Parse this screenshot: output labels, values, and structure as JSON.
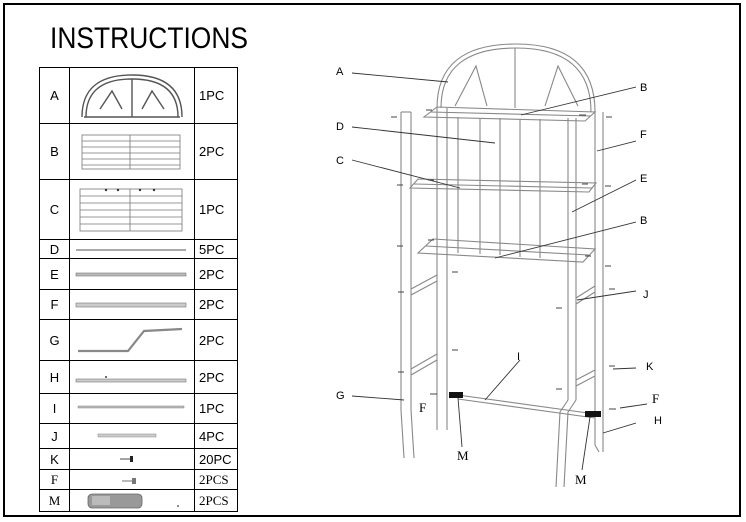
{
  "title": "INSTRUCTIONS",
  "parts": [
    {
      "letter": "A",
      "qty": "1PC"
    },
    {
      "letter": "B",
      "qty": "2PC"
    },
    {
      "letter": "C",
      "qty": "1PC"
    },
    {
      "letter": "D",
      "qty": "5PC"
    },
    {
      "letter": "E",
      "qty": "2PC"
    },
    {
      "letter": "F",
      "qty": "2PC"
    },
    {
      "letter": "G",
      "qty": "2PC"
    },
    {
      "letter": "H",
      "qty": "2PC"
    },
    {
      "letter": "I",
      "qty": "1PC"
    },
    {
      "letter": "J",
      "qty": "4PC"
    },
    {
      "letter": "K",
      "qty": "20PC"
    },
    {
      "letter": "F",
      "qty": "2PCS"
    },
    {
      "letter": "M",
      "qty": "2PCS"
    }
  ],
  "diagram_labels": {
    "A": "A",
    "B1": "B",
    "D": "D",
    "F": "F",
    "C": "C",
    "E": "E",
    "B2": "B",
    "J": "J",
    "I": "I",
    "K": "K",
    "G": "G",
    "F_left": "F",
    "F_right": "F",
    "H": "H",
    "M_left": "M",
    "M_right": "M"
  }
}
